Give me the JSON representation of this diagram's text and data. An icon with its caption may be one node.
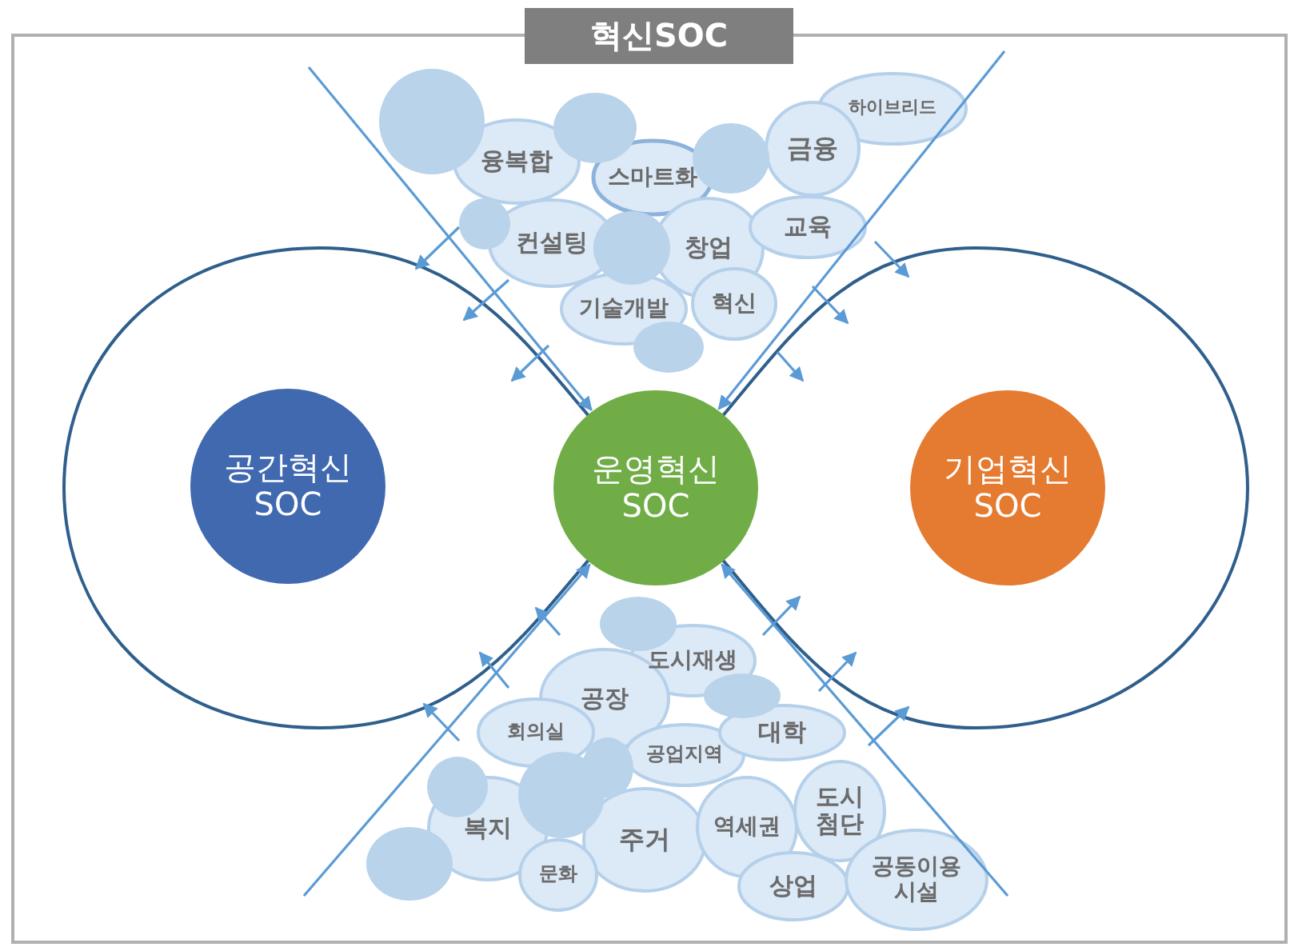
{
  "diagram": {
    "title": "혁신SOC",
    "nodes": [
      {
        "text": [
          "공간혁신 SOC"
        ]
      },
      {
        "text": [
          "운영혁신 SOC"
        ]
      },
      {
        "text": [
          "기업혁신 SOC"
        ]
      },
      {
        "text": [
          "하이브리드"
        ]
      },
      {
        "text": [
          "융복합"
        ]
      },
      {
        "text": [
          "스마트화"
        ]
      },
      {
        "text": [
          "금융"
        ]
      },
      {
        "text": [
          "컨설팅"
        ]
      },
      {
        "text": [
          "창업"
        ]
      },
      {
        "text": [
          "교육"
        ]
      },
      {
        "text": [
          "기술개발"
        ]
      },
      {
        "text": [
          "혁신"
        ]
      },
      {
        "text": [
          "도시재생"
        ]
      },
      {
        "text": [
          "공장"
        ]
      },
      {
        "text": [
          "회의실"
        ]
      },
      {
        "text": [
          "공업지역"
        ]
      },
      {
        "text": [
          "대학"
        ]
      },
      {
        "text": [
          "복지"
        ]
      },
      {
        "text": [
          "주거"
        ]
      },
      {
        "text": [
          "역세권"
        ]
      },
      {
        "text": [
          "도시 첨단"
        ]
      },
      {
        "text": [
          "문화"
        ]
      },
      {
        "text": [
          "상업"
        ]
      },
      {
        "text": [
          "공동이용 시설"
        ]
      },
      {
        "text": [],
        "shape": "circle"
      },
      {
        "text": [],
        "shape": "circle"
      },
      {
        "text": [],
        "shape": "circle"
      },
      {
        "text": [],
        "shape": "circle"
      },
      {
        "text": [],
        "shape": "circle"
      },
      {
        "text": [],
        "shape": "circle"
      },
      {
        "text": [],
        "shape": "circle"
      },
      {
        "text": [],
        "shape": "circle"
      },
      {
        "text": [],
        "shape": "circle"
      },
      {
        "text": [],
        "shape": "circle"
      },
      {
        "text": [],
        "shape": "circle"
      },
      {
        "text": [],
        "shape": "circle"
      }
    ],
    "edges": [
      {
        "from": null,
        "to": 1,
        "arrow": "to"
      },
      {
        "from": null,
        "to": 1,
        "arrow": "to"
      },
      {
        "from": null,
        "to": 1,
        "arrow": "to"
      },
      {
        "from": null,
        "to": 1,
        "arrow": "to"
      }
    ]
  }
}
